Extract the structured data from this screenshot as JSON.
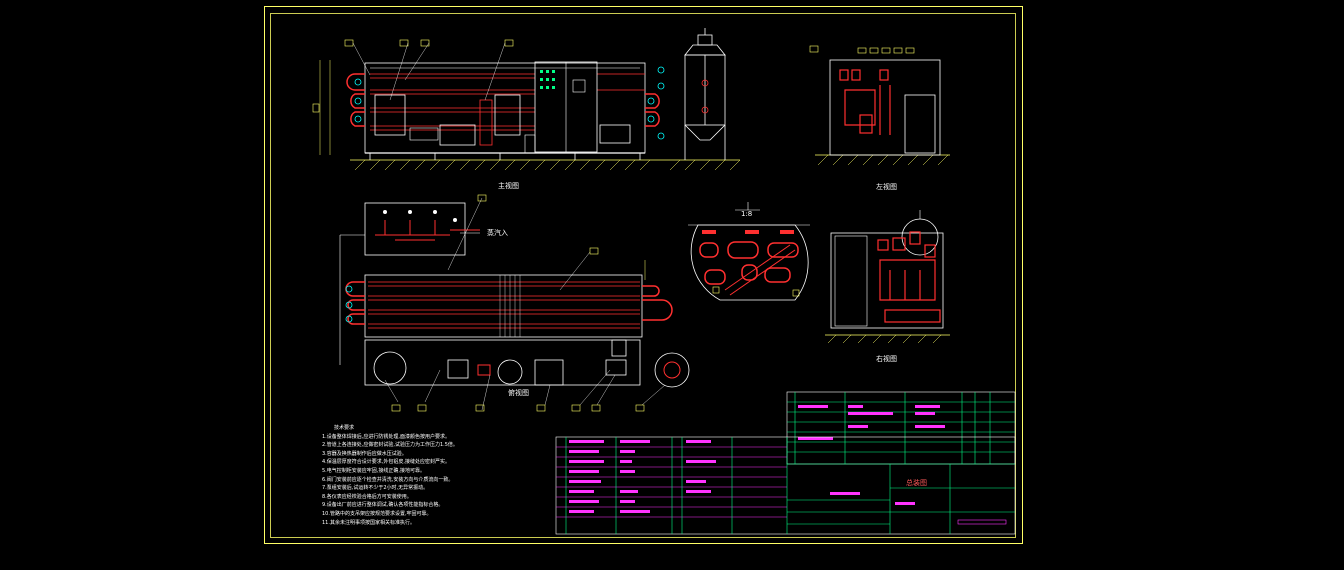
{
  "drawing": {
    "colors": {
      "background": "#000000",
      "frame": "#ffff66",
      "outline": "#ffffff",
      "pipe": "#ff3030",
      "dimension": "#00ff88",
      "cyan": "#00ffff",
      "magenta": "#ff33ff",
      "yellow": "#ffff00"
    },
    "view_labels": {
      "front": "主视图",
      "left": "左视图",
      "top": "俯视图",
      "right": "右视图",
      "detail_ratio": "1:8"
    },
    "callouts": {
      "inlet": "蒸汽入"
    },
    "notes": {
      "title": "技术要求",
      "lines": [
        "1.设备整体焊接后,应进行防锈处理,面漆颜色按用户要求。",
        "2.管道上各连接处,应做密封试验,试验压力为工作压力1.5倍。",
        "3.容器及换热器制作后应做水压试验。",
        "4.保温层厚度符合设计要求,外包铝皮,接缝处应密封严实。",
        "5.电气控制柜安装应牢固,接线正确,接地可靠。",
        "6.阀门安装前应逐个检查并清洗,安装方向与介质流向一致。",
        "7.泵组安装后,试运转不少于2小时,无异常振动。",
        "8.各仪表应经校验合格后方可安装使用。",
        "9.设备出厂前应进行整体调试,确认各项性能指标合格。",
        "10.管路中的支吊架应按规范要求设置,牢固可靠。",
        "11.其余未注明事项按国家相关标准执行。"
      ]
    },
    "title_block": {
      "drawing_name": "总装图"
    }
  }
}
